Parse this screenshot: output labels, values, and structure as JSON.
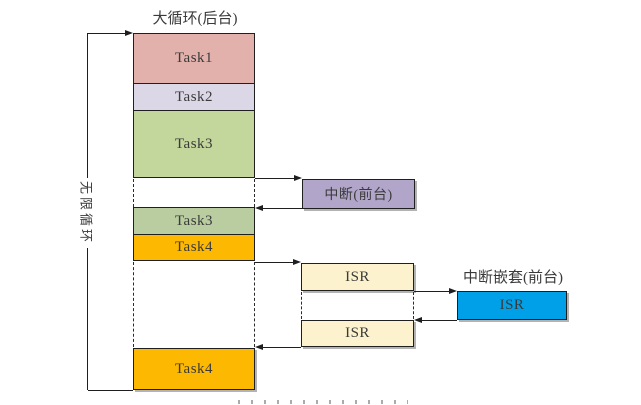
{
  "diagram": {
    "title": "大循环(后台)",
    "loop_label": "无限循环",
    "background_column": {
      "tasks": [
        {
          "label": "Task1",
          "color": "#e3b1ac"
        },
        {
          "label": "Task2",
          "color": "#dcd7e6"
        },
        {
          "label": "Task3",
          "color": "#c3d69b"
        },
        {
          "label": "Task3",
          "color": "#b9cda1"
        },
        {
          "label": "Task4",
          "color": "#fdb801"
        },
        {
          "label": "Task4",
          "color": "#fdb801"
        }
      ]
    },
    "interrupt_box": {
      "label": "中断(前台)",
      "color": "#b1a6ca"
    },
    "isr_boxes": [
      {
        "label": "ISR",
        "color": "#fcf2cd"
      },
      {
        "label": "ISR",
        "color": "#fcf2cd"
      }
    ],
    "nested_interrupt": {
      "label": "中断嵌套(前台)",
      "isr": {
        "label": "ISR",
        "color": "#00a0e8"
      }
    },
    "colors": {
      "line": "#1f1f1f",
      "text": "#3a3a3a",
      "background": "#ffffff",
      "shadow": "#b3b3b3"
    }
  }
}
